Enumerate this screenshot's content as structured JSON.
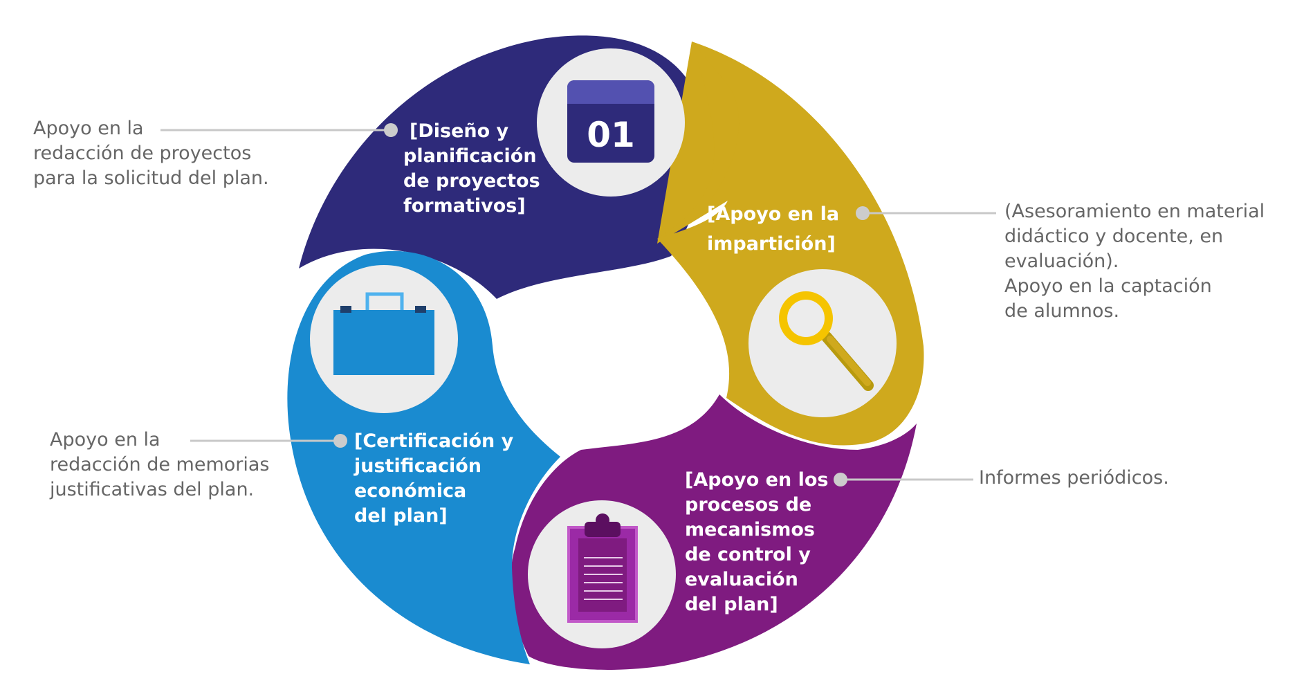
{
  "colors": {
    "navy": "#2e2a7a",
    "gold": "#cfa91d",
    "purple": "#7f1b80",
    "blue": "#1a8bd0",
    "icon_circle": "#ececec",
    "connector": "#c8c8c8",
    "note_text": "#666666"
  },
  "segments": {
    "design": {
      "icon": "calendar-icon",
      "icon_text": "01",
      "label_lines": [
        "[Diseño y",
        "planificación",
        "de proyectos",
        "formativos]"
      ]
    },
    "teaching": {
      "icon": "magnifier-icon",
      "label_lines": [
        "[Apoyo en la",
        "impartición]"
      ]
    },
    "control": {
      "icon": "clipboard-icon",
      "label_lines": [
        "[Apoyo en los",
        "procesos de",
        "mecanismos",
        "de control y",
        "evaluación",
        "del plan]"
      ]
    },
    "certification": {
      "icon": "briefcase-icon",
      "label_lines": [
        "[Certificación y",
        "justificación",
        "económica",
        "del plan]"
      ]
    }
  },
  "notes": {
    "design": "Apoyo en la\nredacción de proyectos\npara la solicitud del plan.",
    "teaching": "(Asesoramiento en material\ndidáctico y docente, en\nevaluación).\nApoyo en la captación\nde alumnos.",
    "control": "Informes periódicos.",
    "certification": "Apoyo en la\nredacción de memorias\njustificativas del plan."
  }
}
